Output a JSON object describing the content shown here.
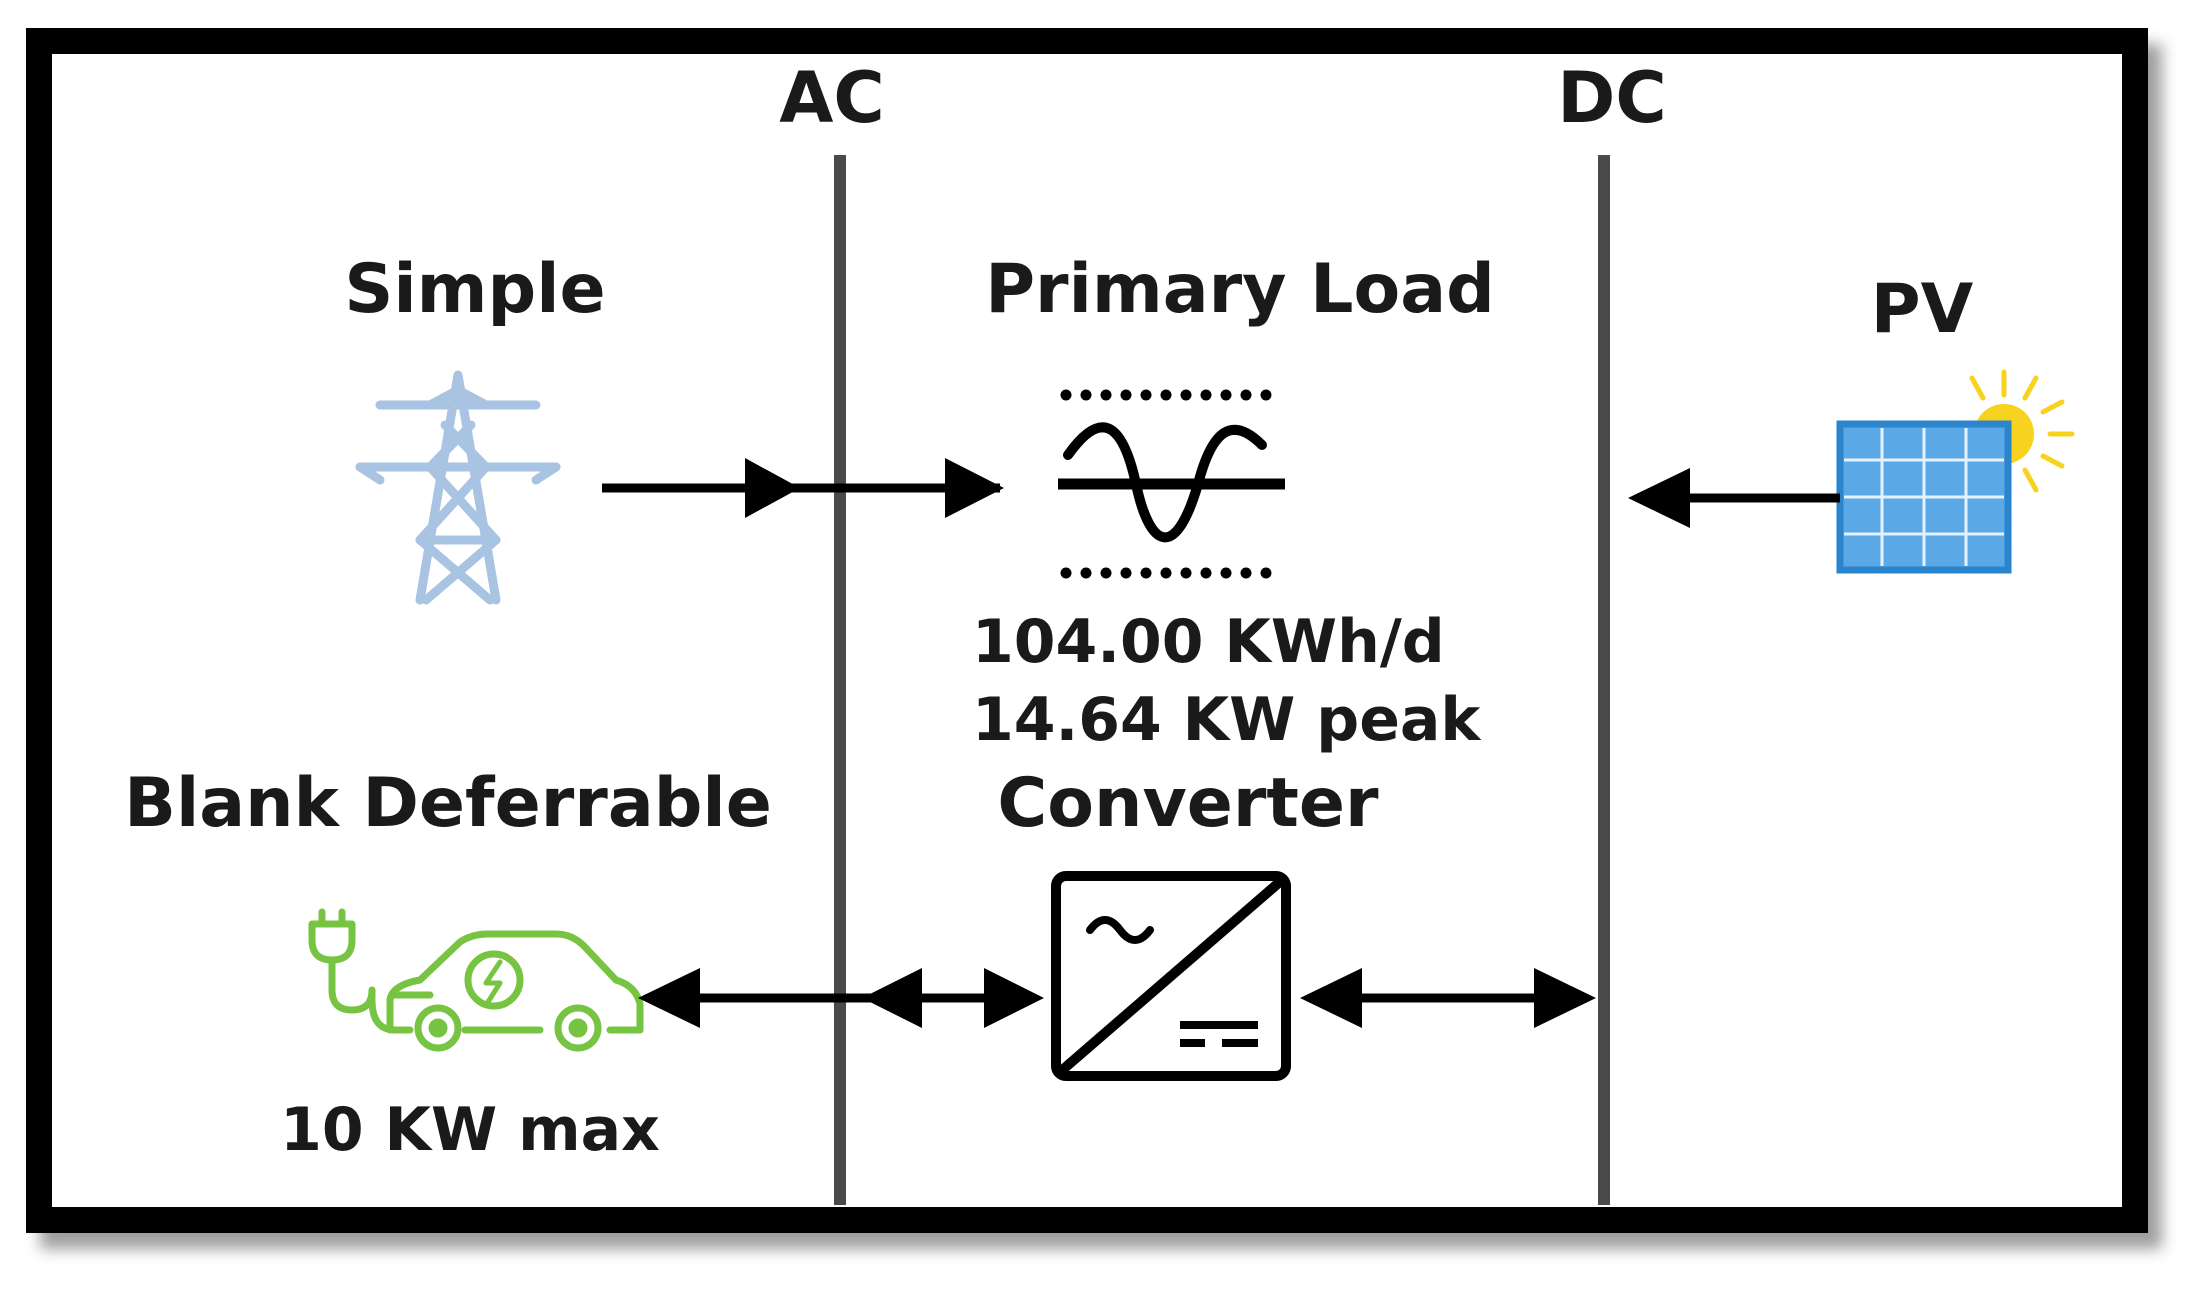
{
  "buses": {
    "ac_label": "AC",
    "dc_label": "DC"
  },
  "components": {
    "grid": {
      "label": "Simple",
      "icon": "transmission-tower-icon"
    },
    "primary_load": {
      "label": "Primary Load",
      "icon": "load-waveform-icon",
      "energy": "104.00 KWh/d",
      "peak": "14.64 KW peak"
    },
    "pv": {
      "label": "PV",
      "icon": "solar-panel-icon"
    },
    "deferrable": {
      "label": "Blank Deferrable",
      "icon": "electric-car-icon",
      "max": "10 KW max"
    },
    "converter": {
      "label": "Converter",
      "icon": "inverter-icon"
    }
  },
  "colors": {
    "frame": "#000000",
    "bus": "#4a4a4a",
    "tower": "#a9c3e2",
    "ev": "#76c442",
    "panel": "#5aa8e6",
    "sun": "#f7d21e"
  }
}
